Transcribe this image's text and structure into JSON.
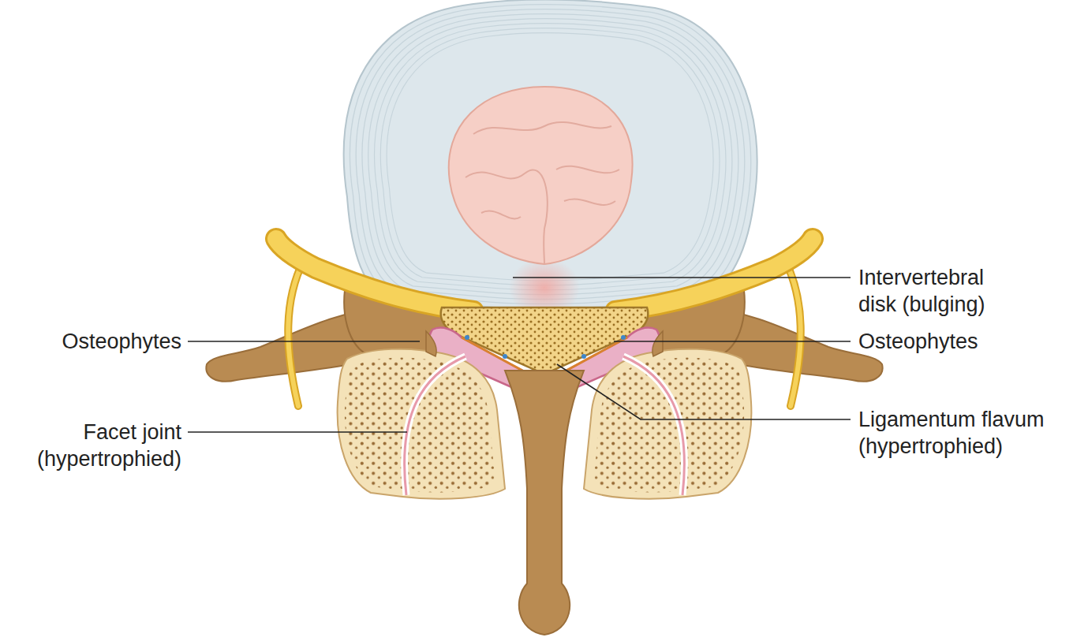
{
  "diagram": {
    "labels": [
      "Intervertebral disk (bulging)",
      "Osteophytes",
      "Osteophytes",
      "Facet joint (hypertrophied)",
      "Ligamentum flavum (hypertrophied)"
    ]
  }
}
